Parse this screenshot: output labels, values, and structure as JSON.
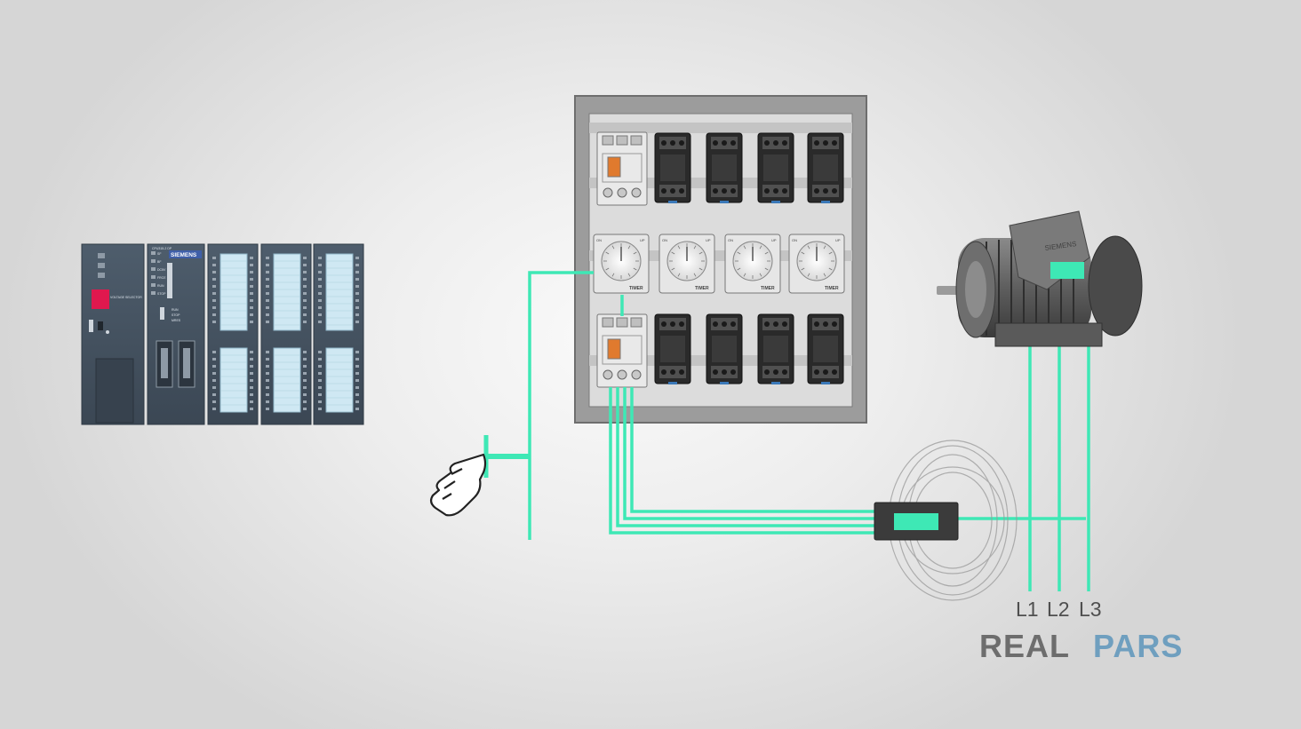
{
  "plc": {
    "brand": "SIEMENS",
    "cpu_model": "CPU315-2 DP",
    "voltage_selector_label": "VOLTAGE SELECTOR",
    "led_labels": [
      "SF",
      "BF",
      "DC5V",
      "FRCE",
      "RUN",
      "STOP"
    ],
    "mode_labels": [
      "RUN",
      "STOP",
      "MRES"
    ]
  },
  "panel": {
    "timer_labels": [
      "TIMER",
      "TIMER",
      "TIMER",
      "TIMER"
    ],
    "timer_dial_labels": {
      "left": "ON",
      "right": "UP"
    }
  },
  "motor": {
    "brand": "SIEMENS"
  },
  "phases": [
    "L1",
    "L2",
    "L3"
  ],
  "logo": {
    "part1": "REAL",
    "part2": "PARS"
  },
  "colors": {
    "wire": "#3ee8b5",
    "logo_grey": "#6d6d6d",
    "logo_blue": "#6f9fbf"
  }
}
